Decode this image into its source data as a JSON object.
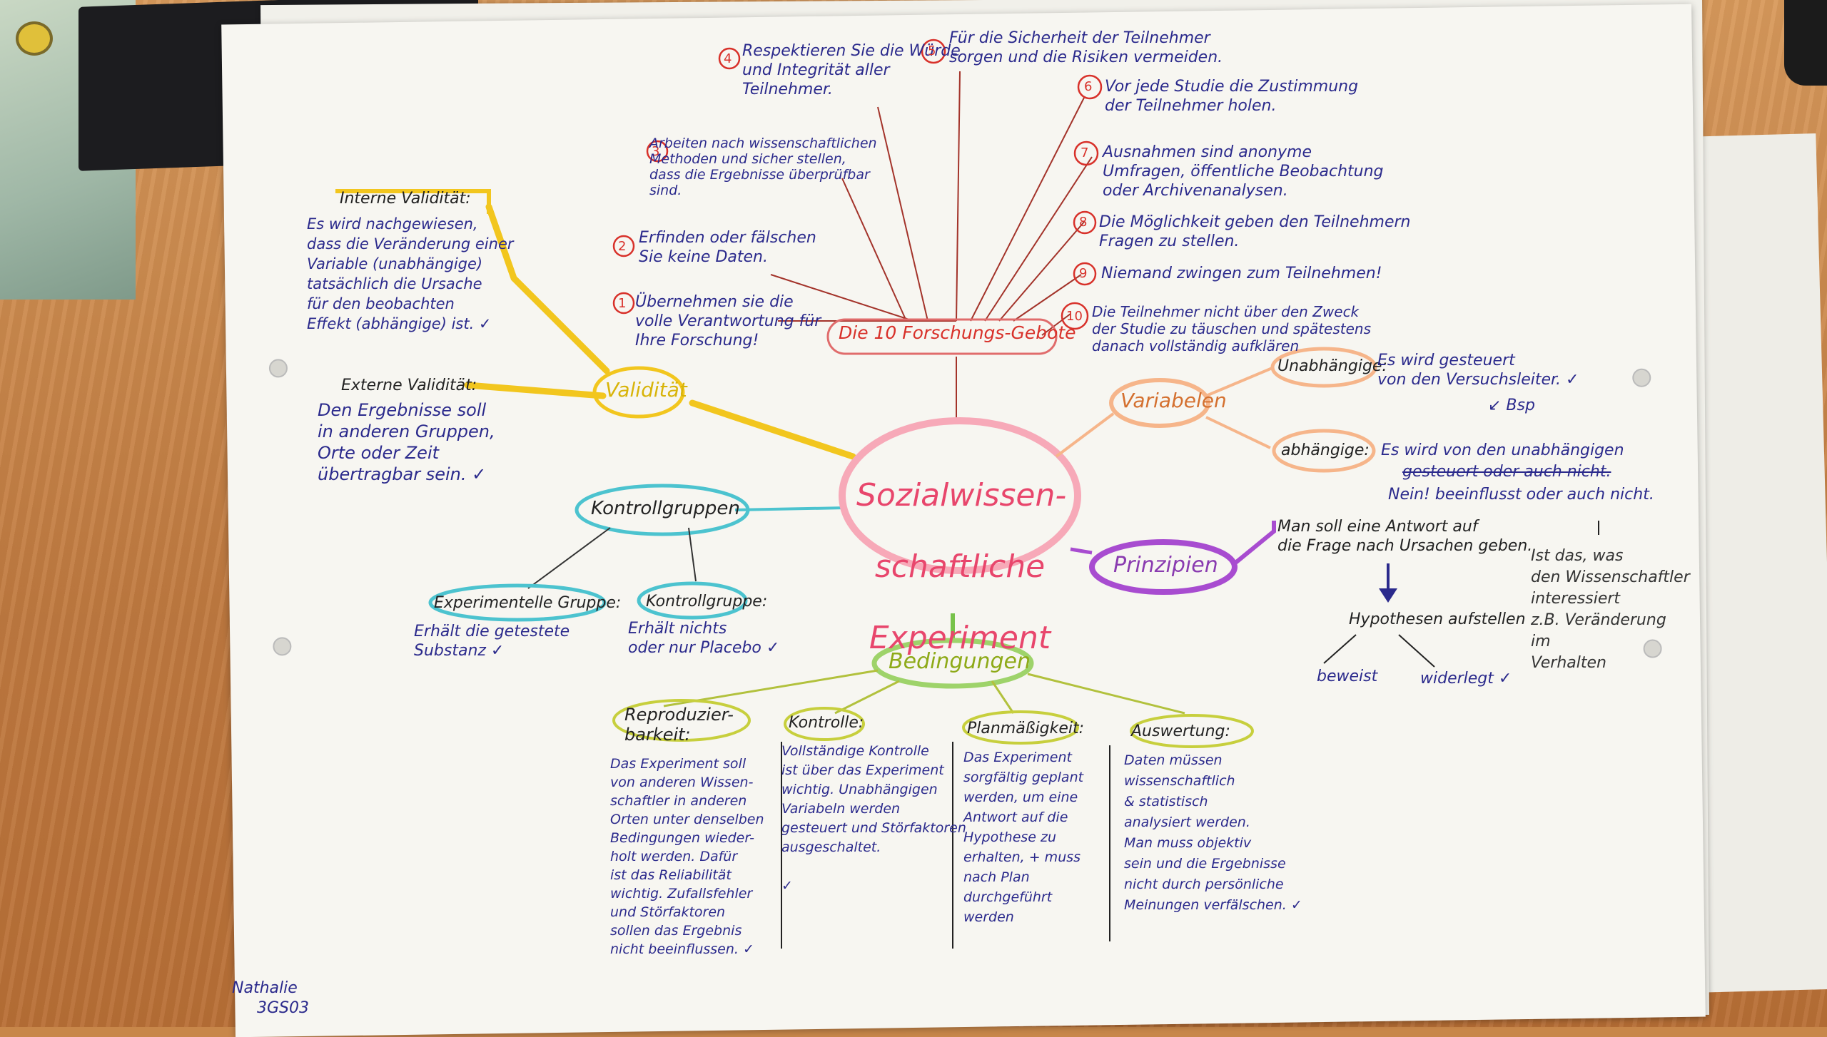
{
  "center": {
    "line1": "Sozialwissen-",
    "line2": "schaftliche",
    "line3": "Experiment"
  },
  "forschung": {
    "title": "Die 10 Forschungs-Gebote",
    "items": [
      {
        "num": "1",
        "text": "Übernehmen sie die\nvolle Verantwortung für\nIhre Forschung!"
      },
      {
        "num": "2",
        "text": "Erfinden oder fälschen\nSie keine Daten."
      },
      {
        "num": "3",
        "text": "Arbeiten nach wissenschaftlichen\nMethoden und sicher stellen,\ndass die Ergebnisse überprüfbar\nsind."
      },
      {
        "num": "4",
        "text": "Respektieren Sie die Würde\nund Integrität aller\nTeilnehmer."
      },
      {
        "num": "5",
        "text": "Für die Sicherheit der Teilnehmer\nsorgen und die Risiken vermeiden."
      },
      {
        "num": "6",
        "text": "Vor jede Studie die Zustimmung\nder Teilnehmer holen."
      },
      {
        "num": "7",
        "text": "Ausnahmen sind anonyme\nUmfragen, öffentliche Beobachtung\noder Archivenanalysen."
      },
      {
        "num": "8",
        "text": "Die Möglichkeit geben den Teilnehmern\nFragen zu stellen."
      },
      {
        "num": "9",
        "text": "Niemand zwingen zum Teilnehmen!"
      },
      {
        "num": "10",
        "text": "Die Teilnehmer nicht über den Zweck\nder Studie zu täuschen und spätestens\ndanach vollständig aufklären"
      }
    ]
  },
  "validitaet": {
    "title": "Validität",
    "intern_title": "Interne Validität:",
    "intern_text": "Es wird nachgewiesen,\ndass die Veränderung einer\nVariable (unabhängige)\ntatsächlich die Ursache\nfür den beobachten\nEffekt (abhängige) ist. ✓",
    "extern_title": "Externe Validität:",
    "extern_text": "Den Ergebnisse soll\nin anderen Gruppen,\nOrte oder Zeit\nübertragbar sein. ✓"
  },
  "kontrollgruppen": {
    "title": "Kontrollgruppen",
    "exp_title": "Experimentelle Gruppe:",
    "exp_text": "Erhält die getestete\nSubstanz ✓",
    "kontroll_title": "Kontrollgruppe:",
    "kontroll_text": "Erhält nichts\noder nur Placebo ✓"
  },
  "variablen": {
    "title": "Variabelen",
    "unabh_title": "Unabhängige:",
    "unabh_text": "Es wird gesteuert\nvon den Versuchsleiter. ✓",
    "bsp": "↙ Bsp",
    "abh_title": "abhängige:",
    "abh_text": "Es wird von den unabhängigen",
    "abh_struck": "gesteuert oder auch nicht.",
    "abh_note": "Nein! beeinflusst oder auch nicht."
  },
  "prinzipien": {
    "title": "Prinzipien",
    "text": "Man soll eine Antwort auf\ndie Frage nach Ursachen geben.",
    "hyp": "Hypothesen aufstellen",
    "beweist": "beweist",
    "widerlegt": "widerlegt ✓",
    "side": "Ist das, was\nden Wissenschaftler\ninteressiert\nz.B. Veränderung\nim\nVerhalten"
  },
  "bedingungen": {
    "title": "Bedingungen",
    "repro_title": "Reproduzier-\nbarkeit:",
    "repro_text": "Das Experiment soll\nvon anderen Wissen-\nschaftler in anderen\nOrten unter denselben\nBedingungen wieder-\nholt werden. Dafür\nist das Reliabilität\nwichtig. Zufallsfehler\nund Störfaktoren\nsollen das Ergebnis\nnicht beeinflussen. ✓",
    "kontrolle_title": "Kontrolle:",
    "kontrolle_text": "Vollständige Kontrolle\nist über das Experiment\nwichtig. Unabhängigen\nVariabeln werden\ngesteuert und Störfaktoren\nausgeschaltet.\n\n✓",
    "plan_title": "Planmäßigkeit:",
    "plan_text": "Das Experiment\nsorgfältig geplant\nwerden, um eine\nAntwort auf die\nHypothese zu\nerhalten, + muss\nnach Plan\ndurchgeführt\nwerden",
    "ausw_title": "Auswertung:",
    "ausw_text": "Daten müssen\nwissenschaftlich\n& statistisch\nanalysiert werden.\nMan muss objektiv\nsein und die Ergebnisse\nnicht durch persönliche\nMeinungen verfälschen. ✓"
  },
  "author": {
    "name": "Nathalie",
    "class": "3GS03"
  }
}
